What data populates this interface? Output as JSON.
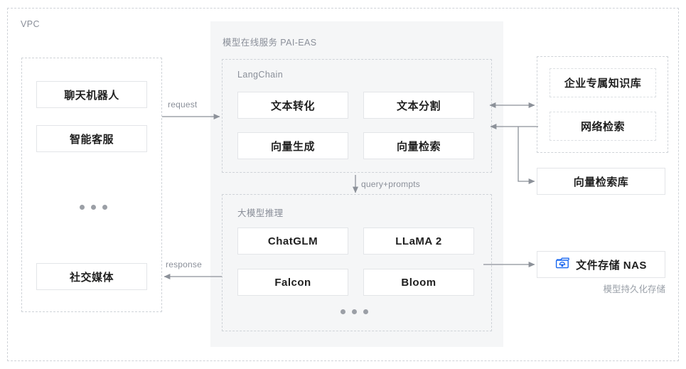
{
  "diagram": {
    "title_region_vpc": "VPC",
    "regions": {
      "vpc": {
        "label": "VPC"
      },
      "clients": {
        "label": ""
      },
      "pai_eas": {
        "label": "模型在线服务 PAI-EAS"
      },
      "langchain": {
        "label": "LangChain"
      },
      "llm_inference": {
        "label": "大模型推理"
      },
      "knowledge": {
        "label": ""
      }
    },
    "client_boxes": [
      {
        "label": "聊天机器人"
      },
      {
        "label": "智能客服"
      },
      {
        "label": "社交媒体"
      }
    ],
    "langchain_boxes": [
      {
        "label": "文本转化"
      },
      {
        "label": "文本分割"
      },
      {
        "label": "向量生成"
      },
      {
        "label": "向量检索"
      }
    ],
    "llm_boxes": [
      {
        "label": "ChatGLM"
      },
      {
        "label": "LLaMA 2"
      },
      {
        "label": "Falcon"
      },
      {
        "label": "Bloom"
      }
    ],
    "knowledge_boxes": [
      {
        "label": "企业专属知识库"
      },
      {
        "label": "网络检索"
      }
    ],
    "vector_db": {
      "label": "向量检索库"
    },
    "storage": {
      "label": "文件存储 NAS",
      "icon": "nas-folder-icon",
      "caption": "模型持久化存储"
    },
    "edge_labels": {
      "request": "request",
      "response": "response",
      "query_prompts": "query+prompts"
    },
    "colors": {
      "arrow": "#8c9199",
      "dashed_border": "#cfd3d8",
      "card_border": "#e3e5e8",
      "panel_bg": "#f5f6f7",
      "text": "#1f1f1f",
      "muted_text": "#8a8f99",
      "nas_icon_blue": "#1766f0"
    }
  }
}
